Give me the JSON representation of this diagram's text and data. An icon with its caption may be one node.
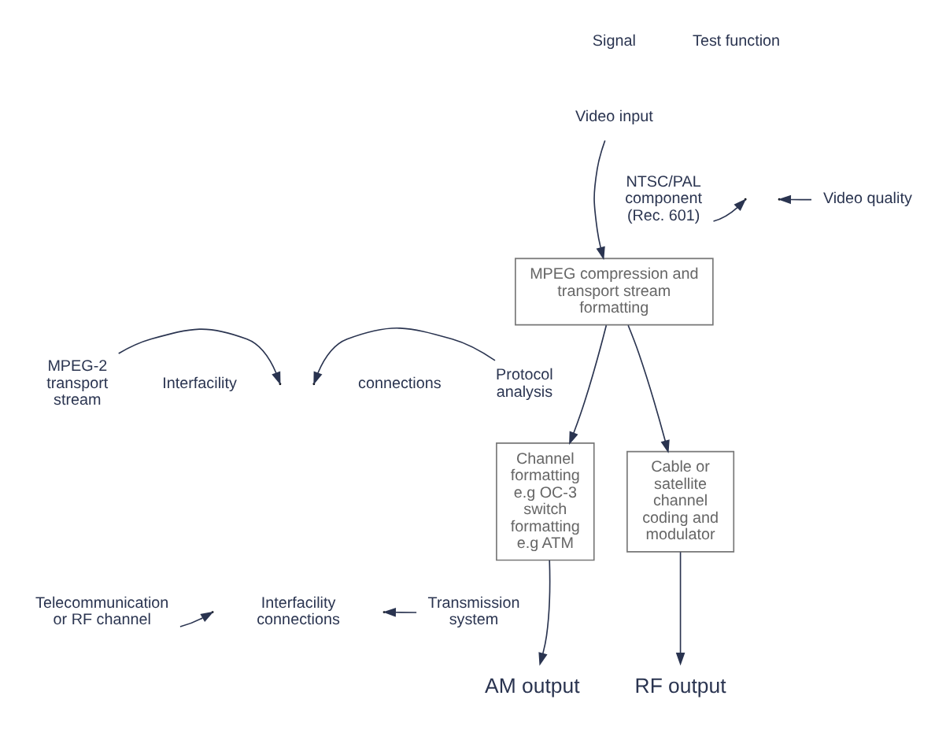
{
  "diagram": {
    "nodes": [
      {
        "text": [
          "Video input"
        ]
      },
      {
        "text": [
          "MPEG compression and transport stream formatting"
        ]
      },
      {
        "text": [
          "Channel formatting e.g OC-3 switch formatting e.g ATM"
        ]
      },
      {
        "text": [
          "Cable or satellite channel coding and modulator"
        ]
      },
      {
        "text": [
          "AM output"
        ]
      },
      {
        "text": [
          "RF output"
        ]
      },
      {
        "text": [
          "NTSC/PAL component (Rec. 601)"
        ]
      },
      {
        "text": [
          "Video quality"
        ]
      },
      {
        "text": [
          "MPEG-2 transport stream"
        ]
      },
      {
        "text": [
          "Protocol analysis"
        ]
      },
      {
        "text": [
          "Telecommunication or RF channel"
        ]
      },
      {
        "text": [
          "Transmission system"
        ]
      }
    ],
    "edges": [
      {
        "from": 0,
        "to": 1,
        "arrow": "to"
      },
      {
        "from": 1,
        "to": 2,
        "arrow": "to"
      },
      {
        "from": 1,
        "to": 3,
        "arrow": "to"
      },
      {
        "from": 2,
        "to": 4,
        "arrow": "to"
      },
      {
        "from": 3,
        "to": 5,
        "arrow": "to"
      },
      {
        "from": 6,
        "to": null,
        "arrow": "to"
      },
      {
        "from": 7,
        "to": null,
        "arrow": "to"
      },
      {
        "from": 8,
        "to": null,
        "arrow": "to"
      },
      {
        "from": 9,
        "to": null,
        "arrow": "to"
      },
      {
        "from": 10,
        "to": null,
        "arrow": "to"
      },
      {
        "from": 11,
        "to": null,
        "arrow": "to"
      }
    ],
    "labels": [
      "Signal",
      "Test function",
      "Interfacility",
      "connections",
      "Interfacility connections"
    ]
  }
}
